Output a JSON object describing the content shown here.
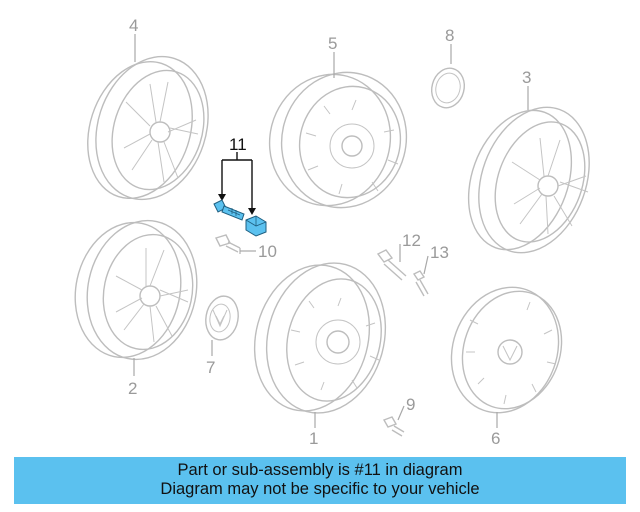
{
  "diagram": {
    "callouts": {
      "c1": "1",
      "c2": "2",
      "c3": "3",
      "c4": "4",
      "c5": "5",
      "c6": "6",
      "c7": "7",
      "c8": "8",
      "c9": "9",
      "c10": "10",
      "c11": "11",
      "c12": "12",
      "c13": "13"
    },
    "highlight_part": "11",
    "colors": {
      "highlight": "#5bc1ef",
      "part_line": "#bdbdbd",
      "label": "#9a9a9a",
      "caption_bg": "#5bc1ef"
    }
  },
  "caption": {
    "line1": "Part or sub-assembly is #11 in diagram",
    "line2": "Diagram may not be specific to your vehicle"
  }
}
